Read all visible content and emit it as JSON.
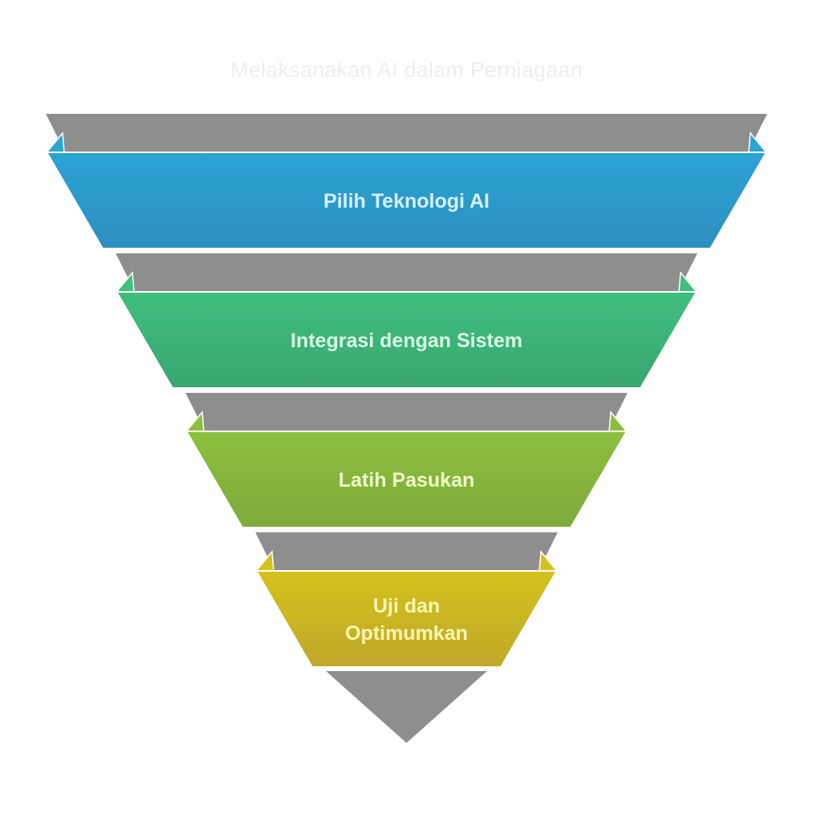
{
  "diagram": {
    "title": "Melaksanakan AI dalam Perniagaan",
    "stages": [
      {
        "label_lines": [
          "Pilih Teknologi AI"
        ],
        "color": "#2d8fbf",
        "color_light": "#2ba4d4",
        "text_color": "#d6f1ff"
      },
      {
        "label_lines": [
          "Integrasi dengan Sistem"
        ],
        "color": "#3aa572",
        "color_light": "#3fbf7d",
        "text_color": "#d9fbe6"
      },
      {
        "label_lines": [
          "Latih Pasukan"
        ],
        "color": "#7faa3c",
        "color_light": "#8cbf3f",
        "text_color": "#efffc9"
      },
      {
        "label_lines": [
          "Uji dan",
          "Optimumkan"
        ],
        "color": "#bfa82a",
        "color_light": "#d4c21c",
        "text_color": "#fff6b3"
      }
    ],
    "funnel_color": "#8e8e8e"
  }
}
